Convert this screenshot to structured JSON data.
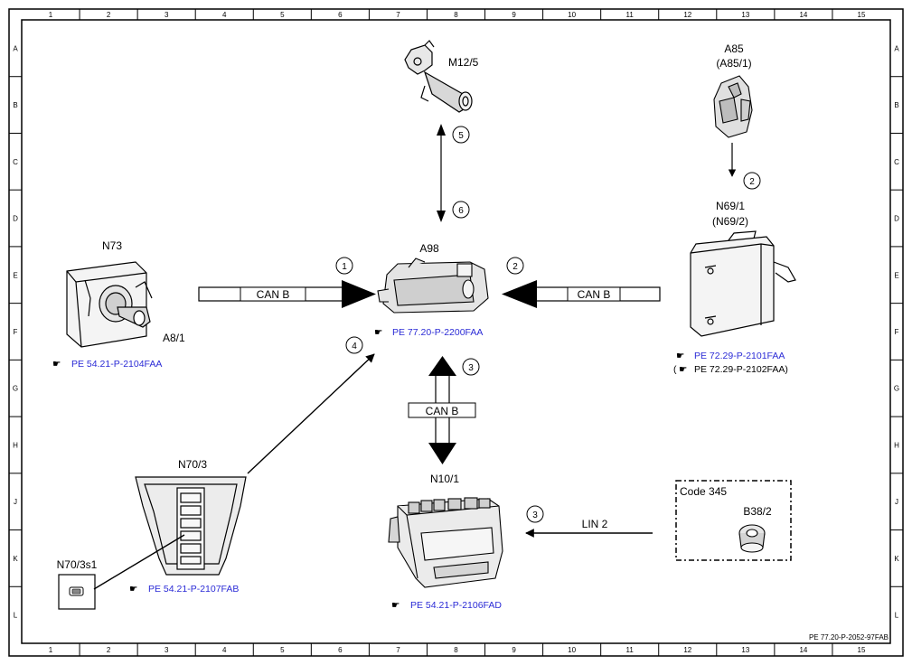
{
  "grid": {
    "columns": [
      "1",
      "2",
      "3",
      "4",
      "5",
      "6",
      "7",
      "8",
      "9",
      "10",
      "11",
      "12",
      "13",
      "14",
      "15"
    ],
    "rows": [
      "A",
      "B",
      "C",
      "D",
      "E",
      "F",
      "G",
      "H",
      "J",
      "K",
      "L"
    ]
  },
  "components": {
    "m12_5": "M12/5",
    "a85": "A85",
    "a85_alt": "(A85/1)",
    "n69_1": "N69/1",
    "n69_1_alt": "(N69/2)",
    "n73": "N73",
    "a8_1": "A8/1",
    "a98": "A98",
    "n70_3": "N70/3",
    "n70_3s1": "N70/3s1",
    "n10_1": "N10/1",
    "code_345": "Code 345",
    "b38_2": "B38/2"
  },
  "bus_labels": {
    "can_left": "CAN B",
    "can_right": "CAN B",
    "can_vertical": "CAN B",
    "lin": "LIN 2"
  },
  "step_numbers": {
    "n1": "1",
    "n2_right": "2",
    "n2_a85": "2",
    "n3_vertical": "3",
    "n3_lin": "3",
    "n4": "4",
    "n5": "5",
    "n6": "6"
  },
  "references": {
    "n73": "PE 54.21-P-2104FAA",
    "a98": "PE 77.20-P-2200FAA",
    "n69_1": "PE 72.29-P-2101FAA",
    "n69_2": "PE 72.29-P-2102FAA)",
    "n69_2_prefix": "(",
    "n70_3": "PE 54.21-P-2107FAB",
    "n10_1": "PE 54.21-P-2106FAD"
  },
  "figure_id": "PE 77.20-P-2052-97FAB",
  "colors": {
    "reference_link": "#2b2bd6",
    "line": "#000000",
    "background": "#ffffff"
  }
}
